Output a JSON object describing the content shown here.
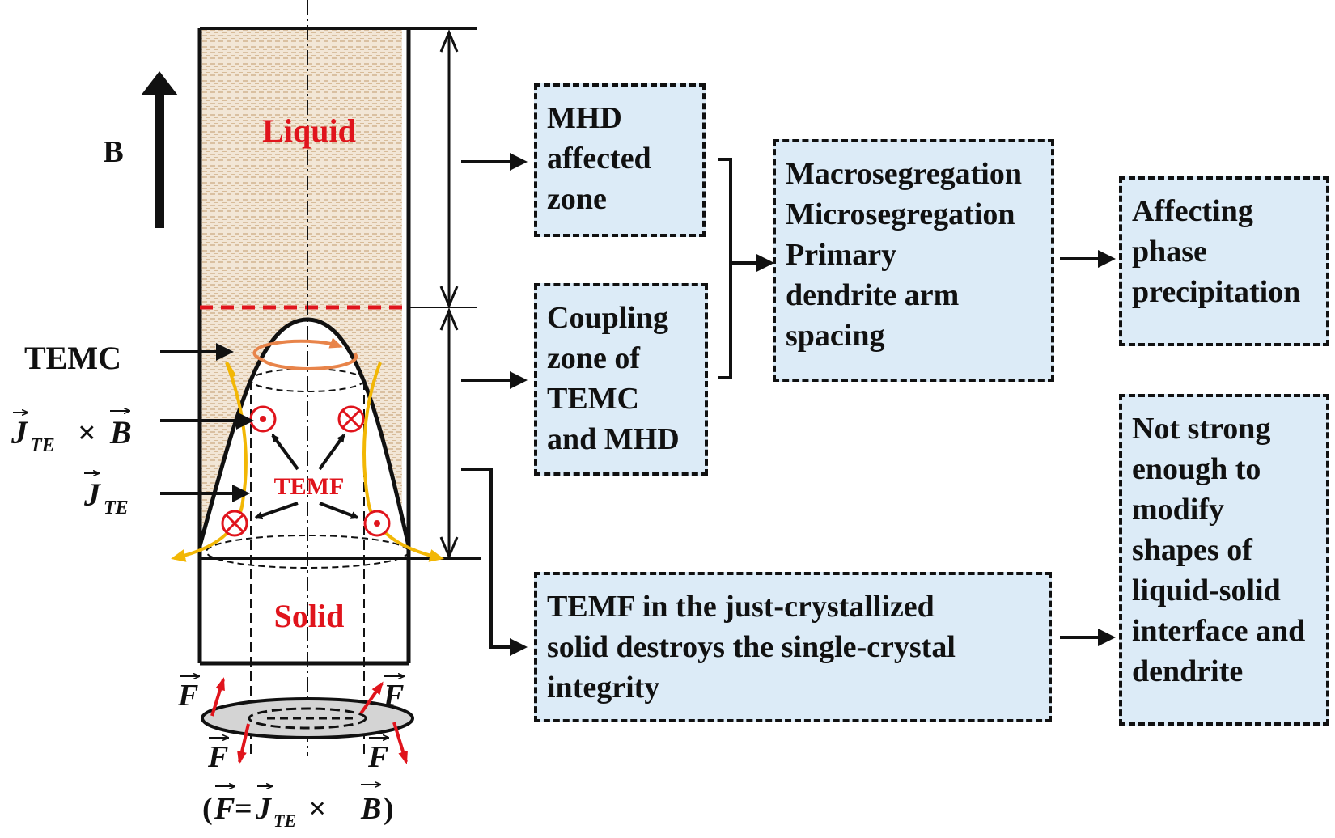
{
  "left_figure": {
    "field_label": "B",
    "liquid_label": "Liquid",
    "solid_label": "Solid",
    "temc_label": "TEMC",
    "temf_label": "TEMF",
    "force_symbol": "F",
    "cross_label_main": "J",
    "cross_label_sub": "TE",
    "cross_label_tail": " × ",
    "cross_label_b": "B",
    "current_label_main": "J",
    "current_label_sub": "TE",
    "equation": {
      "open": "(",
      "f": "F",
      "eq": "=",
      "j": "J",
      "sub": "TE",
      "times": " × ",
      "b": "B",
      "close": ")"
    }
  },
  "boxes": {
    "mhd_zone": [
      "MHD",
      "affected",
      "zone"
    ],
    "coupling_zone": [
      "Coupling",
      "zone of",
      "TEMC",
      "and MHD"
    ],
    "segregation": [
      "Macrosegregation",
      "Microsegregation",
      "Primary",
      "dendrite arm",
      "spacing"
    ],
    "phase": [
      "Affecting",
      "phase",
      "precipitation"
    ],
    "temf_solid": [
      "TEMF in the just-crystallized",
      "solid destroys the single-crystal",
      "integrity"
    ],
    "not_strong": [
      "Not strong",
      "enough to",
      "modify",
      "shapes of",
      "liquid-solid",
      "interface and",
      "dendrite"
    ]
  },
  "colors": {
    "box_fill": "#dcebf7",
    "liquid_fill": "#f1e4d4",
    "label_red": "#e0141c",
    "current_yellow": "#f2b705",
    "ring_orange": "#e8844a",
    "force_red": "#e0141c"
  }
}
